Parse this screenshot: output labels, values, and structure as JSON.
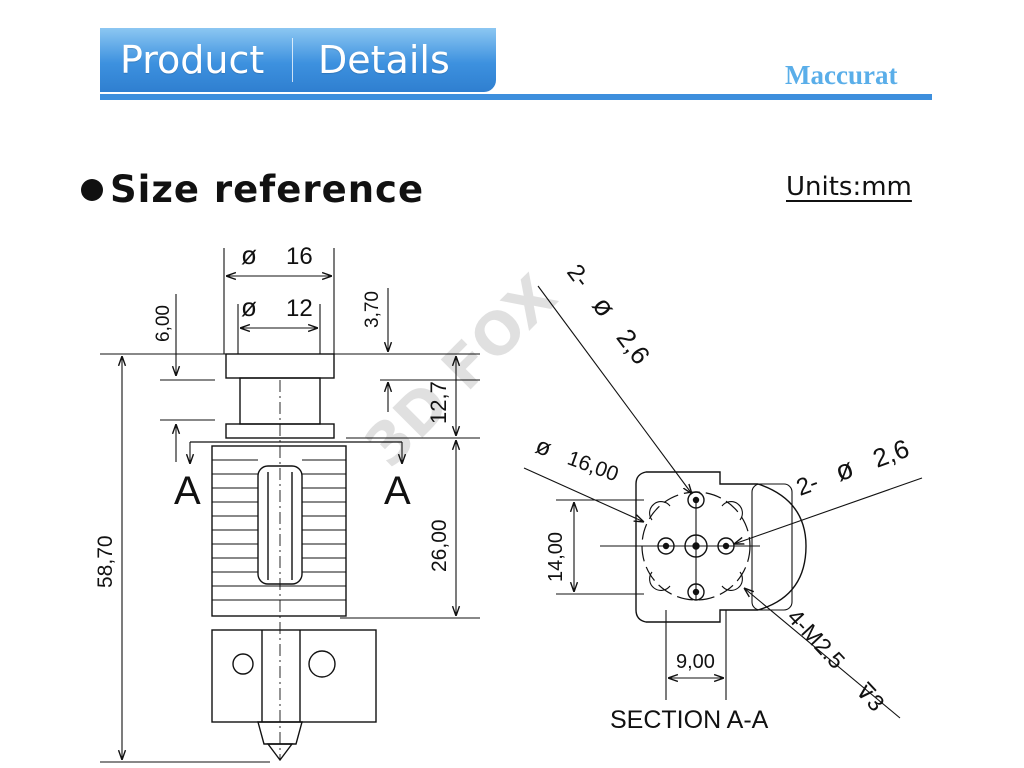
{
  "banner": {
    "left_word": "Product",
    "right_word": "Details"
  },
  "brand": "Maccurat",
  "section": {
    "title": "Size reference",
    "units": "Units:mm"
  },
  "watermark": "3D FOX",
  "front_view": {
    "dia_outer_symbol": "ø",
    "dia_outer": "16",
    "dia_inner_symbol": "ø",
    "dia_inner": "12",
    "dim_top_left": "6,00",
    "dim_top_right": "3,70",
    "dim_right_upper": "12,7",
    "dim_right_lower": "26,00",
    "dim_total": "58,70",
    "section_left": "A",
    "section_right": "A"
  },
  "section_view": {
    "hole_top_prefix": "2-",
    "hole_top_symbol": "ø",
    "hole_top_value": "2,6",
    "hole_right_prefix": "2-",
    "hole_right_symbol": "ø",
    "hole_right_value": "2,6",
    "dia_symbol": "ø",
    "dia_value": "16,00",
    "height": "14,00",
    "width": "9,00",
    "thread_spec": "4-M2.5",
    "thread_depth": "⊽3",
    "caption": "SECTION A-A"
  }
}
